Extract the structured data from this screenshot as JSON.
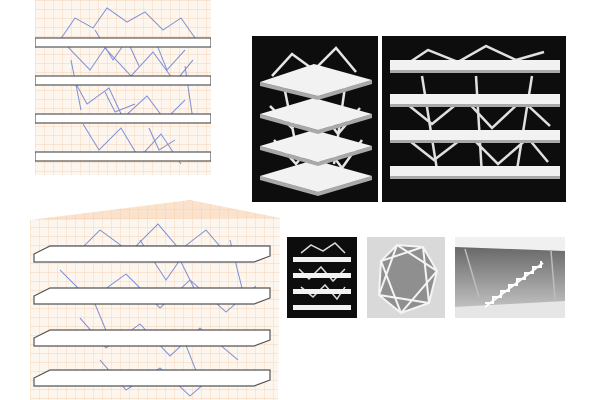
{
  "sheet": {
    "panels": [
      {
        "id": "elevation-drawing",
        "kind": "line-drawing",
        "view": "elevation",
        "floor_slabs": 4
      },
      {
        "id": "axonometric-drawing",
        "kind": "line-drawing",
        "view": "axonometric",
        "floor_slabs": 4
      },
      {
        "id": "model-photo-perspective",
        "kind": "photo",
        "view": "perspective",
        "floor_slabs": 4
      },
      {
        "id": "model-photo-front",
        "kind": "photo",
        "view": "front",
        "floor_slabs": 4
      },
      {
        "id": "model-photo-small-front",
        "kind": "photo",
        "view": "front",
        "floor_slabs": 4
      },
      {
        "id": "model-photo-plan",
        "kind": "photo",
        "view": "top"
      },
      {
        "id": "model-photo-interior",
        "kind": "photo",
        "view": "interior",
        "features": [
          "staircase"
        ]
      }
    ]
  },
  "colors": {
    "grid_line": "#f3c9a3",
    "grid_bg": "#fdf6ef",
    "structure_line": "#7d8fd6",
    "slab_outline": "#555555",
    "photo_bg": "#0d0d0d",
    "model_white": "#f2f2f2",
    "model_shadow": "#a9a9a9"
  }
}
